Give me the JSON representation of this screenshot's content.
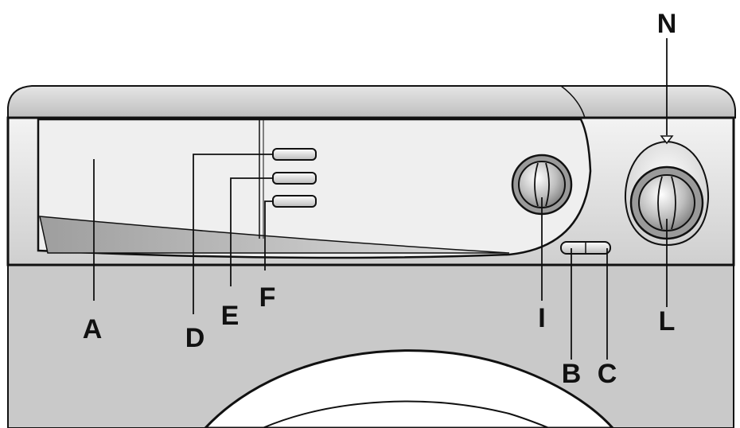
{
  "colors": {
    "outline": "#111111",
    "panel_light": "#f2f2f2",
    "panel_mid": "#cfcfcf",
    "panel_dark": "#a8a8a8",
    "body_gray": "#c8c8c8"
  },
  "labels": {
    "a": "A",
    "b": "B",
    "c": "C",
    "d": "D",
    "e": "E",
    "f": "F",
    "i": "I",
    "l": "L",
    "n": "N"
  }
}
